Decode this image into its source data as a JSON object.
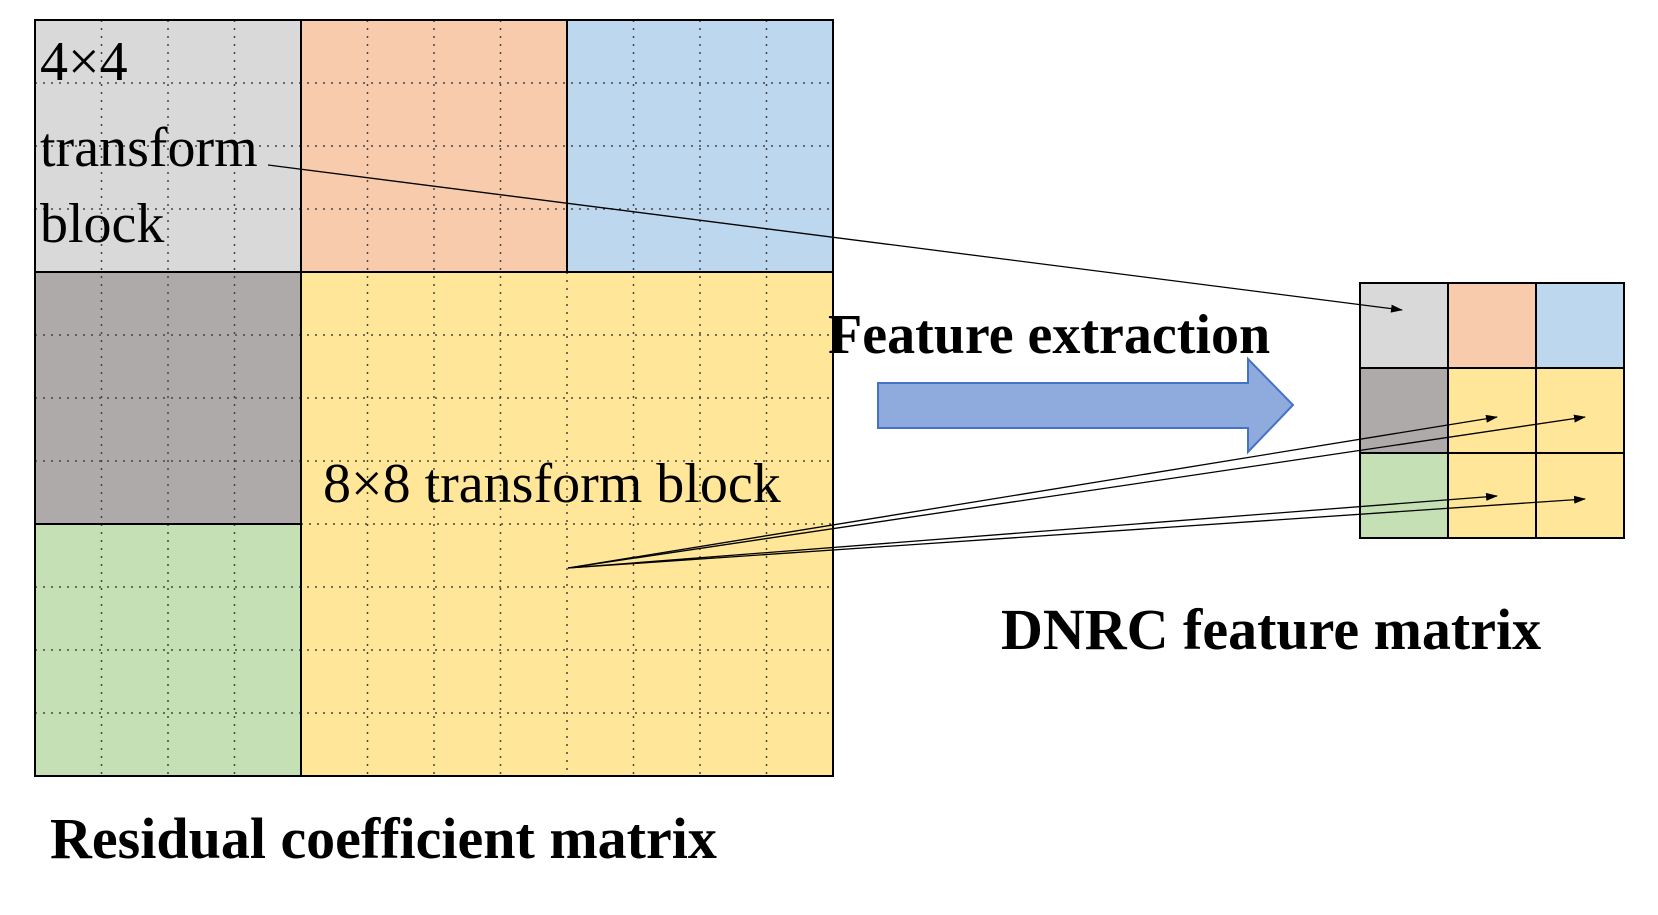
{
  "left_matrix": {
    "caption": "Residual coefficient matrix",
    "block_4x4_label_lines": [
      "4×4",
      "transform",
      "block"
    ],
    "block_8x8_label": "8×8 transform block"
  },
  "arrow": {
    "label": "Feature extraction"
  },
  "right_matrix": {
    "caption": "DNRC feature matrix"
  },
  "colors": {
    "light_gray": "#D9D9D9",
    "salmon": "#F8CBAD",
    "light_blue": "#BDD7EE",
    "dark_gray": "#AEAAAA",
    "green": "#C5E0B4",
    "yellow": "#FFE699",
    "arrow_fill": "#8FAADC",
    "arrow_stroke": "#4472C4",
    "border": "#000000"
  }
}
